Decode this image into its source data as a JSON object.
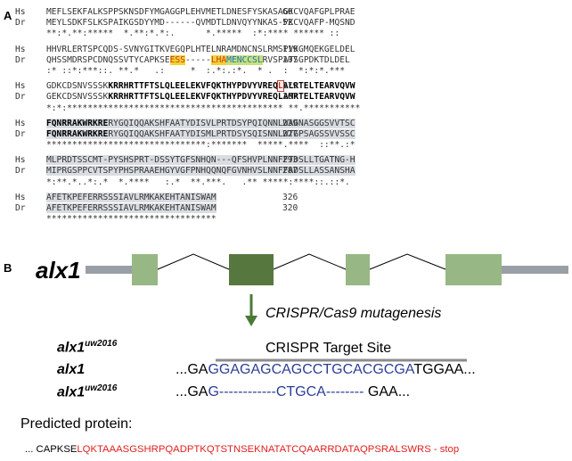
{
  "panelA": {
    "label": "A",
    "blocks": [
      {
        "lines": [
          {
            "sp": "Hs",
            "segs": [
              {
                "t": "MEFLSEKFALKSPPSKNSDFYMGAGGPLEHVMETLDNESFYSKASAGKCVQAFGPLPRAE",
                "c": ""
              }
            ],
            "num": "60"
          },
          {
            "sp": "Dr",
            "segs": [
              {
                "t": "MEYLSDKFSLKSPAIKGSDYYMD------QVMDTLDNVQYYNKAS-PKCVQAFP-MQSND",
                "c": ""
              }
            ],
            "num": "52"
          },
          {
            "sp": "",
            "segs": [
              {
                "t": "**:*.**:*****  *.**:*.*:.      *.*****  :*:**** ****** ::  ",
                "c": ""
              }
            ],
            "num": ""
          }
        ]
      },
      {
        "lines": [
          {
            "sp": "Hs",
            "segs": [
              {
                "t": "HHVRLERTSPCQDS-SVNYGITKVEGQPLHTELNRAMDNCNSLRMSPVKGMQEKGELDEL",
                "c": ""
              }
            ],
            "num": "119"
          },
          {
            "sp": "Dr",
            "segs": [
              {
                "t": "QHSSMDRSPCDNQSSVTYCAPKSE",
                "c": ""
              },
              {
                "t": "ESS",
                "c": "hlY hlR"
              },
              {
                "t": "-----",
                "c": ""
              },
              {
                "t": "LHA",
                "c": "hlY hlR"
              },
              {
                "t": "MENCCSL",
                "c": "hlG hlB"
              },
              {
                "t": "RVSPATSGPDKTDLDEL",
                "c": ""
              }
            ],
            "num": "107"
          },
          {
            "sp": "",
            "segs": [
              {
                "t": ":* ::*:***::. **.*   .:     *  :.*:.:*.  * .  :  *:*:*.***",
                "c": ""
              }
            ],
            "num": ""
          }
        ]
      },
      {
        "lines": [
          {
            "sp": "Hs",
            "segs": [
              {
                "t": "GDKCDSNVSSSK",
                "c": ""
              },
              {
                "t": "KRRHRTTFTSLQLEELEKVFQKTHYPDVYVREQ",
                "c": "bold"
              },
              {
                "t": "L",
                "c": "bold boxL hlR"
              },
              {
                "t": "ALRTELTEARVQVW",
                "c": "bold"
              }
            ],
            "num": "179"
          },
          {
            "sp": "Dr",
            "segs": [
              {
                "t": "GEKCDSNVSSSK",
                "c": ""
              },
              {
                "t": "KRRHRTTFTSLQLEELEKVFQKTHYPDVYVREQLAMRTELTEARVQVW",
                "c": "bold"
              }
            ],
            "num": "167"
          },
          {
            "sp": "",
            "segs": [
              {
                "t": "*:*:****************************************** **.***********",
                "c": ""
              }
            ],
            "num": ""
          }
        ]
      },
      {
        "lines": [
          {
            "sp": "Hs",
            "segs": [
              {
                "t": "FQNRRAKWRKRE",
                "c": "bold gray"
              },
              {
                "t": "RYGQIQQAKSHFAATYDISVLPRTDSYPQIQNNLWAGNASGGSVVTSC",
                "c": "gray"
              }
            ],
            "num": "239"
          },
          {
            "sp": "Dr",
            "segs": [
              {
                "t": "FQNRRAKWRKRE",
                "c": "bold gray"
              },
              {
                "t": "RYGQIQQAKSHFAATYDISMLPRTDSYSQISNNLWTGPSAGSSVVSSC",
                "c": "gray"
              }
            ],
            "num": "227"
          },
          {
            "sp": "",
            "segs": [
              {
                "t": "*******************************:*******  *****.****  ::**.:*",
                "c": ""
              }
            ],
            "num": ""
          }
        ]
      },
      {
        "lines": [
          {
            "sp": "Hs",
            "segs": [
              {
                "t": "MLPRDTSSCMT-PYSHSPRT-DSSYTGFSNHQN---QFSHVPLNNFFTDSLLTGATNG-H",
                "c": "gray"
              }
            ],
            "num": "293"
          },
          {
            "sp": "Dr",
            "segs": [
              {
                "t": "MIPRGSPPCVTSPYPHSPRAAEHGYVGFPNHQQNQFGVNHVSLNNFFADSLLASSANSHA",
                "c": "gray"
              }
            ],
            "num": "287"
          },
          {
            "sp": "",
            "segs": [
              {
                "t": "*:**.*..*:.*  *.****   :.*  **.***.   .** *****:****::.::*.  ",
                "c": ""
              }
            ],
            "num": ""
          }
        ]
      },
      {
        "lines": [
          {
            "sp": "Hs",
            "segs": [
              {
                "t": "AFETKPEFERRSSSIAVLRMKAKEHTANISWAM",
                "c": "gray"
              }
            ],
            "num": "326"
          },
          {
            "sp": "Dr",
            "segs": [
              {
                "t": "AFETKPEFERRSSSIAVLRMKAKEHTANISWAM",
                "c": "gray"
              }
            ],
            "num": "320"
          },
          {
            "sp": "",
            "segs": [
              {
                "t": "*********************************",
                "c": ""
              }
            ],
            "num": ""
          }
        ]
      }
    ]
  },
  "panelB": {
    "label": "B",
    "gene": "alx1",
    "arrow_text": "CRISPR/Cas9 mutagenesis",
    "target_title": "CRISPR Target Site",
    "allele_base": "alx1",
    "allele_sup": "uw2016",
    "wt_label": "alx1",
    "wt_pre": "...GA",
    "wt_target": "GGAGAGCAGCCTGCACGCGA",
    "wt_post": "TGGAA...",
    "mut_pre": "...GA",
    "mut_target": "G------------CTGCA--------",
    "mut_post": " GAA...",
    "predicted_label": "Predicted protein:",
    "protein_pre": "... CAPKSE",
    "protein_mut": "LQKTAAASGSHRPQADPTKQTSTNSEKNATATCQAARRDATAQPSRALSWRS - stop",
    "colors": {
      "exon": "#97b784",
      "exon_dark": "#56783e",
      "intron_bar": "#9a9fa6",
      "arrow": "#4a7a34",
      "blue": "#2c3e96",
      "red": "#e02020",
      "target_bar": "#8c8c8c"
    }
  }
}
